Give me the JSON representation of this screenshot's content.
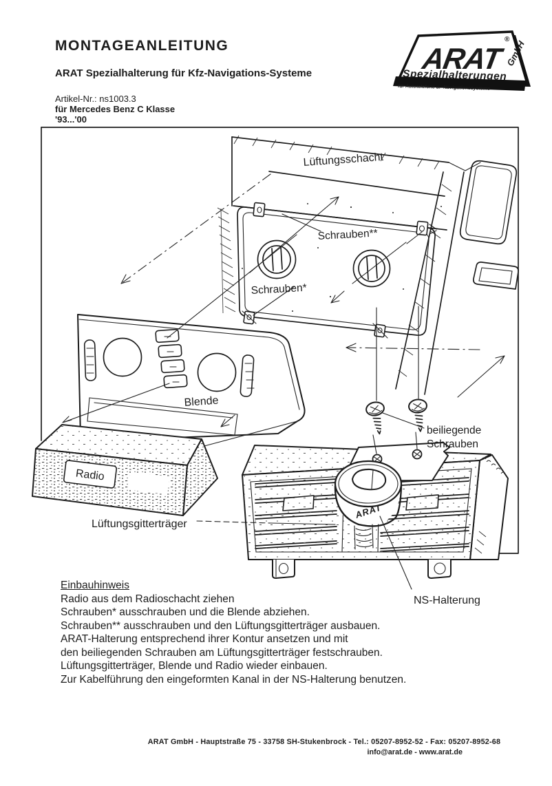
{
  "header": {
    "title": "MONTAGEANLEITUNG",
    "subtitle": "ARAT Spezialhalterung für Kfz-Navigations-Systeme",
    "article": "Artikel-Nr.: ns1003.3",
    "vehicle": "für Mercedes Benz C Klasse",
    "years": "'93...'00"
  },
  "logo": {
    "brand": "ARAT",
    "registered": "®",
    "gmbh": "GmbH",
    "line1": "Spezialhalterungen",
    "line2": "für Autotelefone u. -Navigationssysteme"
  },
  "diagram": {
    "labels": {
      "lueftungsschacht": "Lüftungsschacht",
      "schrauben_2": "Schrauben**",
      "schrauben_1": "Schrauben*",
      "blende": "Blende",
      "radio": "Radio",
      "beiliegende_1": "beiliegende",
      "beiliegende_2": "Schrauben",
      "arat_ring": "ARAT",
      "gittertraeger": "Lüftungsgitterträger",
      "ns_halterung": "NS-Halterung"
    }
  },
  "instructions": {
    "heading": "Einbauhinweis",
    "lines": [
      "Radio aus dem Radioschacht ziehen",
      "Schrauben* ausschrauben und die Blende abziehen.",
      "Schrauben** ausschrauben und den Lüftungsgitterträger ausbauen.",
      "ARAT-Halterung entsprechend ihrer Kontur ansetzen und mit",
      "den beiliegenden Schrauben am Lüftungsgitterträger festschrauben.",
      "Lüftungsgitterträger, Blende und Radio wieder einbauen.",
      "Zur Kabelführung den eingeformten Kanal in der NS-Halterung benutzen."
    ]
  },
  "footer": {
    "line1": "ARAT GmbH  -  Hauptstraße 75  -  33758 SH-Stukenbrock  -  Tel.: 05207-8952-52  -  Fax: 05207-8952-68",
    "line2": "info@arat.de  -  www.arat.de"
  },
  "colors": {
    "ink": "#1c1c1c",
    "paper": "#ffffff"
  }
}
